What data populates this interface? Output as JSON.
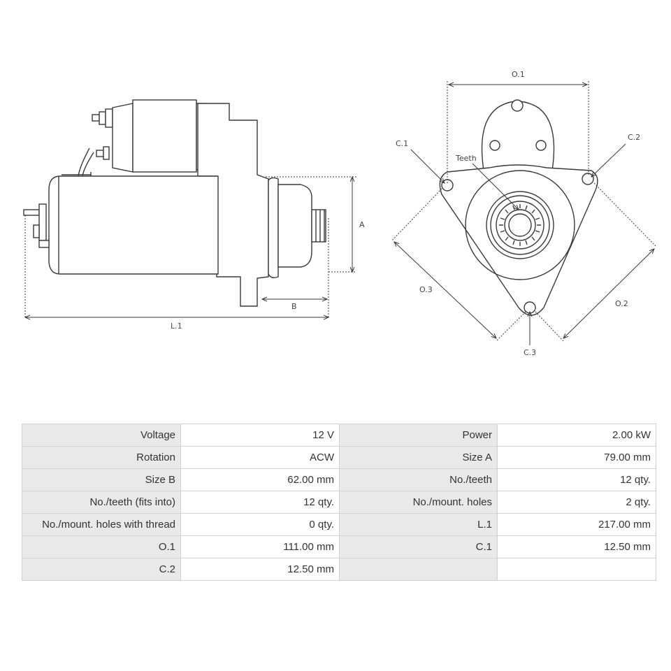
{
  "diagram": {
    "labels": {
      "o1": "O.1",
      "o2": "O.2",
      "o3": "O.3",
      "c1": "C.1",
      "c2": "C.2",
      "c3": "C.3",
      "teeth": "Teeth",
      "a": "A",
      "b": "B",
      "l1": "L.1"
    }
  },
  "specs": {
    "rows": [
      [
        {
          "label": "Voltage",
          "value": "12 V"
        },
        {
          "label": "Power",
          "value": "2.00 kW"
        }
      ],
      [
        {
          "label": "Rotation",
          "value": "ACW"
        },
        {
          "label": "Size A",
          "value": "79.00 mm"
        }
      ],
      [
        {
          "label": "Size B",
          "value": "62.00 mm"
        },
        {
          "label": "No./teeth",
          "value": "12 qty."
        }
      ],
      [
        {
          "label": "No./teeth (fits into)",
          "value": "12 qty."
        },
        {
          "label": "No./mount. holes",
          "value": "2 qty."
        }
      ],
      [
        {
          "label": "No./mount. holes with thread",
          "value": "0 qty."
        },
        {
          "label": "L.1",
          "value": "217.00 mm"
        }
      ],
      [
        {
          "label": "O.1",
          "value": "111.00 mm"
        },
        {
          "label": "C.1",
          "value": "12.50 mm"
        }
      ],
      [
        {
          "label": "C.2",
          "value": "12.50 mm"
        },
        {
          "label": "",
          "value": ""
        }
      ]
    ]
  }
}
